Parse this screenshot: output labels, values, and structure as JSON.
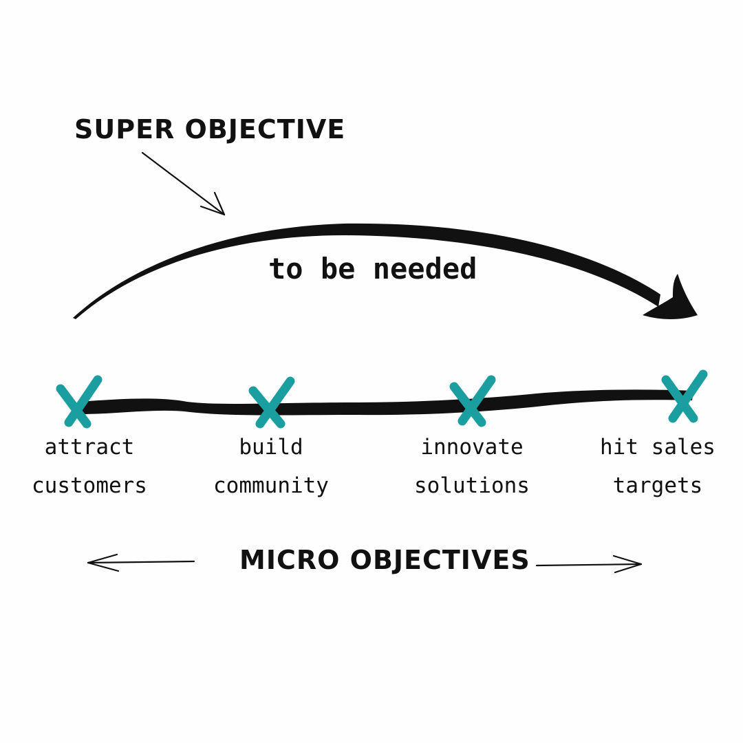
{
  "super_objective": {
    "heading": "SUPER OBJECTIVE",
    "label": "to be needed"
  },
  "micro_objectives": {
    "heading": "MICRO OBJECTIVES",
    "steps": [
      {
        "line1": "attract",
        "line2": "customers"
      },
      {
        "line1": "build",
        "line2": "community"
      },
      {
        "line1": "innovate",
        "line2": "solutions"
      },
      {
        "line1": "hit sales",
        "line2": "targets"
      }
    ]
  },
  "colors": {
    "ink": "#111111",
    "accent": "#1a9ea0",
    "background": "#fefefe"
  },
  "icons": {
    "marker": "x-mark-icon",
    "pointer": "arrow-icon"
  }
}
